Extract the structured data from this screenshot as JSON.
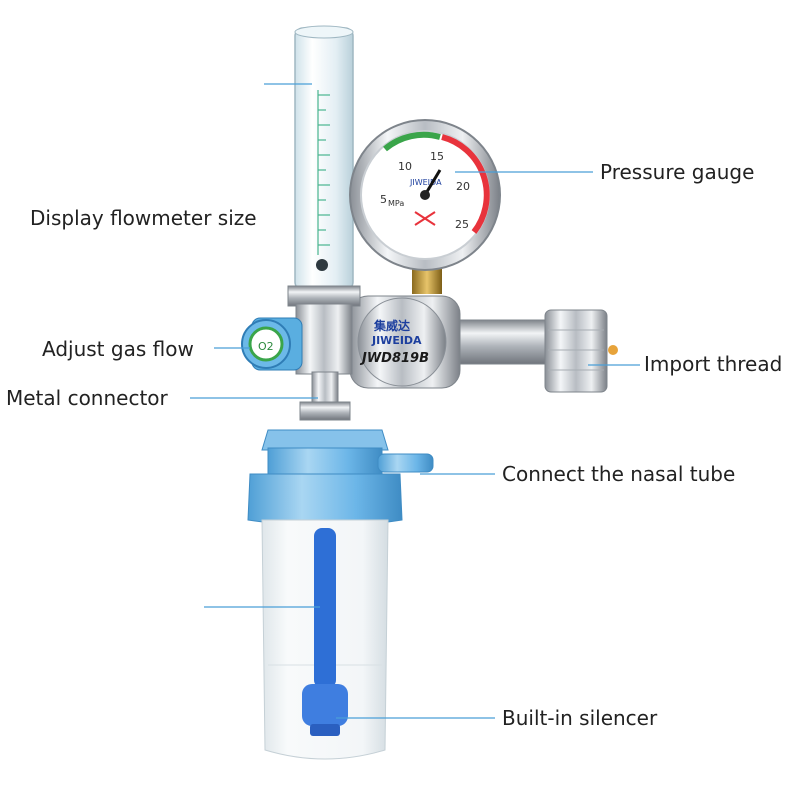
{
  "callouts": {
    "display_flowmeter_size": "Display flowmeter size",
    "pressure_gauge": "Pressure gauge",
    "adjust_gas_flow": "Adjust gas flow",
    "metal_connector": "Metal connector",
    "import_thread": "Import thread",
    "connect_nasal_tube": "Connect the nasal tube",
    "built_in_silencer": "Built-in silencer"
  },
  "product": {
    "brand_chinese": "集威达",
    "brand_latin": "JIWEIDA",
    "model": "JWD819B",
    "knob_label": "O2"
  },
  "gauge": {
    "unit": "MPa",
    "scale_labels": [
      "5",
      "10",
      "15",
      "20",
      "25"
    ]
  },
  "colors": {
    "leader_line": "#4a9fd8",
    "knob_blue": "#5aaee0",
    "cup_blue": "#6cb6e8",
    "tube_blue": "#2e6fd6",
    "gauge_red": "#e8333c",
    "gauge_green": "#3aa54a",
    "brand_blue": "#1d3f9e"
  }
}
